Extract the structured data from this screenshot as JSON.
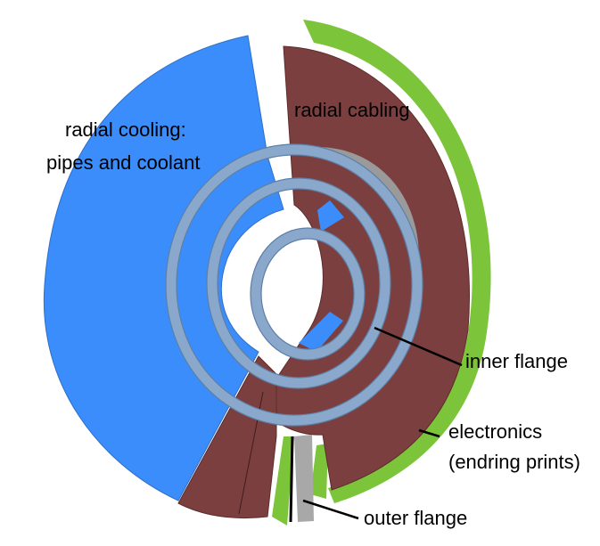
{
  "labels": {
    "radial_cooling_line1": "radial cooling:",
    "radial_cooling_line2": "pipes and coolant",
    "radial_cabling": "radial cabling",
    "inner_flange": "inner flange",
    "electronics_line1": "electronics",
    "electronics_line2": "(endring prints)",
    "outer_flange": "outer flange"
  },
  "colors": {
    "cooling": "#3a8dfa",
    "cooling_dark": "#2f6fc8",
    "cabling": "#7c3f3f",
    "cabling_dark": "#5e2c2c",
    "electronics": "#7cc43a",
    "flange": "#8aa8cc",
    "flange_edge": "#5d7fa6",
    "outer_flange": "#a8a8a8"
  }
}
